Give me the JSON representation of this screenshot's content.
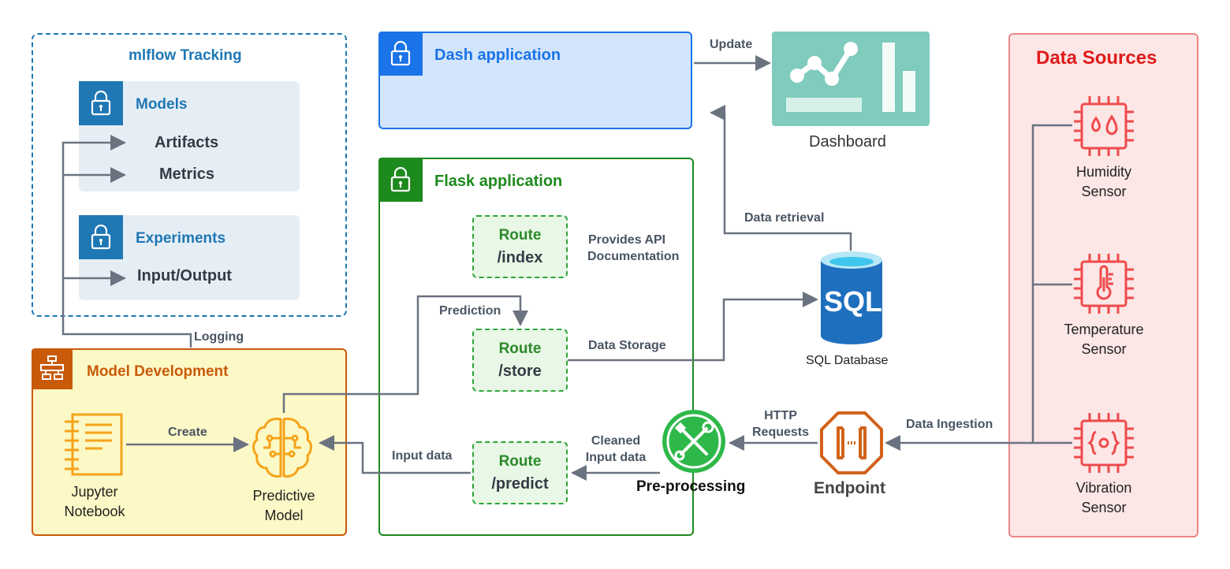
{
  "mlflow": {
    "title": "mlflow Tracking",
    "models": "Models",
    "artifacts": "Artifacts",
    "metrics": "Metrics",
    "experiments": "Experiments",
    "input_output": "Input/Output"
  },
  "model_dev": {
    "title": "Model Development",
    "jupyter_line1": "Jupyter",
    "jupyter_line2": "Notebook",
    "model_line1": "Predictive",
    "model_line2": "Model"
  },
  "dash": {
    "title": "Dash application"
  },
  "dashboard": {
    "caption": "Dashboard"
  },
  "flask": {
    "title": "Flask application",
    "route": "Route",
    "index": "/index",
    "store": "/store",
    "predict": "/predict"
  },
  "sql": {
    "label": "SQL",
    "caption": "SQL Database"
  },
  "preprocessing": {
    "caption": "Pre-processing"
  },
  "endpoint": {
    "caption": "Endpoint"
  },
  "sources": {
    "title": "Data Sources",
    "humidity_line1": "Humidity",
    "humidity_line2": "Sensor",
    "temperature_line1": "Temperature",
    "temperature_line2": "Sensor",
    "vibration_line1": "Vibration",
    "vibration_line2": "Sensor"
  },
  "edges": {
    "logging": "Logging",
    "create": "Create",
    "prediction": "Prediction",
    "api_doc_line1": "Provides API",
    "api_doc_line2": "Documentation",
    "data_storage": "Data Storage",
    "data_retrieval": "Data retrieval",
    "update": "Update",
    "input_data": "Input data",
    "cleaned_line1": "Cleaned",
    "cleaned_line2": "Input data",
    "http_line1": "HTTP",
    "http_line2": "Requests",
    "ingestion": "Data Ingestion"
  },
  "colors": {
    "mlflow": "#1f77b4",
    "model_dev": "#c95a0a",
    "dash": "#1a73e8",
    "flask": "#1d8a1d",
    "sources": "#e74c4c",
    "arrow": "#6b7280",
    "dashboard": "#7fcbbd",
    "sql": "#1f6fbf"
  }
}
